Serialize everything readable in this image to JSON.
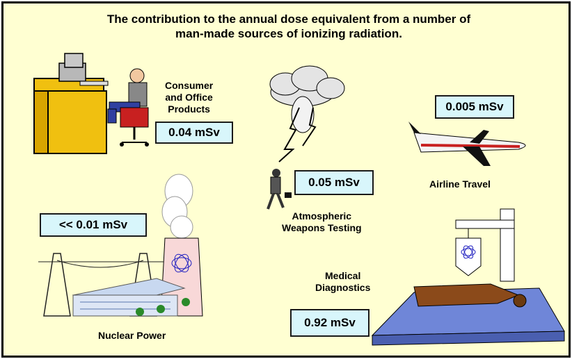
{
  "title": {
    "line1": "The contribution to the annual dose equivalent from a number of",
    "line2": "man-made sources of ionizing radiation."
  },
  "sources": {
    "consumer": {
      "label_line1": "Consumer",
      "label_line2": "and Office",
      "label_line3": "Products",
      "dose": "0.04 mSv"
    },
    "weapons": {
      "label_line1": "Atmospheric",
      "label_line2": "Weapons Testing",
      "dose": "0.05 mSv"
    },
    "airline": {
      "label": "Airline Travel",
      "dose": "0.005 mSv"
    },
    "nuclear": {
      "label": "Nuclear Power",
      "dose": "<< 0.01 mSv"
    },
    "medical": {
      "label_line1": "Medical",
      "label_line2": "Diagnostics",
      "dose": "0.92 mSv"
    }
  },
  "colors": {
    "background": "#ffffd2",
    "dose_box": "#d8f6fb",
    "desk": "#f0c010",
    "tower": "#f8d8d8",
    "medical_table": "#6f86d8"
  }
}
